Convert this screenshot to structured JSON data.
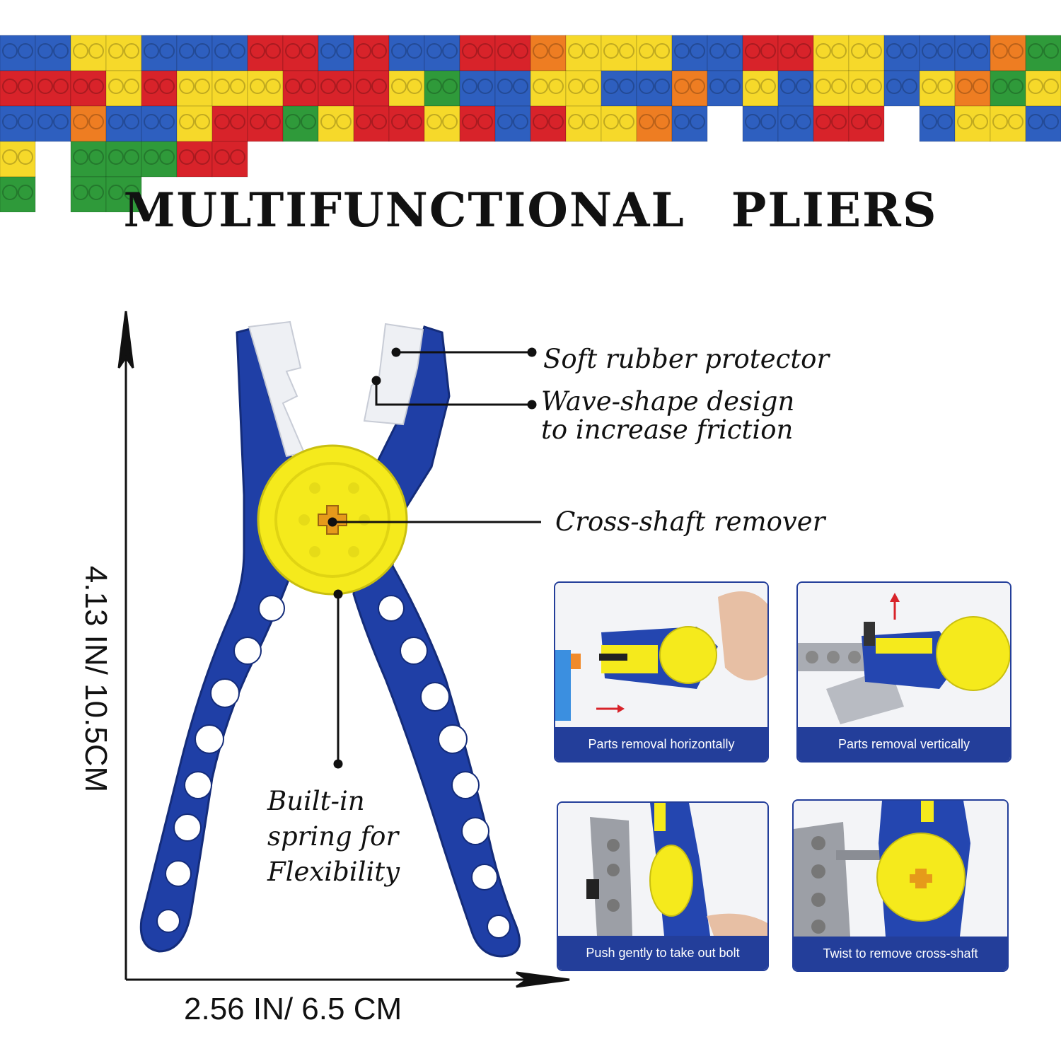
{
  "title": "MULTIFUNCTIONAL   PLIERS",
  "callouts": {
    "rubber": "Soft rubber protector",
    "wave_line1": "Wave-shape design",
    "wave_line2": "to increase friction",
    "cross": "Cross-shaft remover",
    "spring_line1": "Built-in",
    "spring_line2": "spring for",
    "spring_line3": "Flexibility"
  },
  "dimensions": {
    "height": "4.13 IN/ 10.5CM",
    "width": "2.56 IN/ 6.5 CM"
  },
  "panels": [
    {
      "caption": "Parts removal horizontally"
    },
    {
      "caption": "Parts removal vertically"
    },
    {
      "caption": "Push gently to take out bolt"
    },
    {
      "caption": "Twist to remove cross-shaft"
    }
  ],
  "colors": {
    "plier_blue": "#1f3fa6",
    "center_yellow": "#f5ea1c",
    "panel_blue": "#233e9a",
    "brick_red": "#d8232a",
    "brick_yellow": "#f6d92a",
    "brick_blue": "#2e5fbf",
    "brick_green": "#2f9a3a",
    "brick_orange": "#ee7d22"
  }
}
